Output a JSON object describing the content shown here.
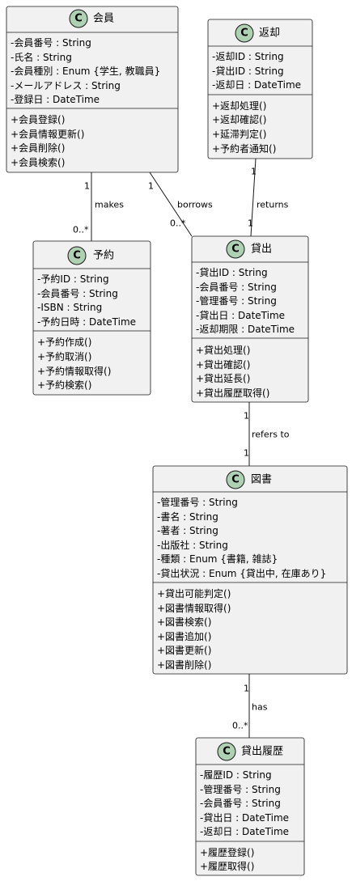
{
  "classes": {
    "member": {
      "name": "会員",
      "attributes": [
        "-会員番号 : String",
        "-氏名 : String",
        "-会員種別 : Enum {学生, 教職員}",
        "-メールアドレス : String",
        "-登録日 : DateTime"
      ],
      "methods": [
        "+会員登録()",
        "+会員情報更新()",
        "+会員削除()",
        "+会員検索()"
      ]
    },
    "return": {
      "name": "返却",
      "attributes": [
        "-返却ID : String",
        "-貸出ID : String",
        "-返却日 : DateTime"
      ],
      "methods": [
        "+返却処理()",
        "+返却確認()",
        "+延滞判定()",
        "+予約者通知()"
      ]
    },
    "reservation": {
      "name": "予約",
      "attributes": [
        "-予約ID : String",
        "-会員番号 : String",
        "-ISBN : String",
        "-予約日時 : DateTime"
      ],
      "methods": [
        "+予約作成()",
        "+予約取消()",
        "+予約情報取得()",
        "+予約検索()"
      ]
    },
    "loan": {
      "name": "貸出",
      "attributes": [
        "-貸出ID : String",
        "-会員番号 : String",
        "-管理番号 : String",
        "-貸出日 : DateTime",
        "-返却期限 : DateTime"
      ],
      "methods": [
        "+貸出処理()",
        "+貸出確認()",
        "+貸出延長()",
        "+貸出履歴取得()"
      ]
    },
    "book": {
      "name": "図書",
      "attributes": [
        "-管理番号 : String",
        "-書名 : String",
        "-著者 : String",
        "-出版社 : String",
        "-種類 : Enum {書籍, 雑誌}",
        "-貸出状況 : Enum {貸出中, 在庫あり}"
      ],
      "methods": [
        "+貸出可能判定()",
        "+図書情報取得()",
        "+図書検索()",
        "+図書追加()",
        "+図書更新()",
        "+図書削除()"
      ]
    },
    "history": {
      "name": "貸出履歴",
      "attributes": [
        "-履歴ID : String",
        "-管理番号 : String",
        "-会員番号 : String",
        "-貸出日 : DateTime",
        "-返却日 : DateTime"
      ],
      "methods": [
        "+履歴登録()",
        "+履歴取得()"
      ]
    }
  },
  "relations": {
    "makes": {
      "label": "makes",
      "from_mult": "1",
      "to_mult": "0..*"
    },
    "borrows": {
      "label": "borrows",
      "from_mult": "1",
      "to_mult": "0..*"
    },
    "returns": {
      "label": "returns",
      "from_mult": "1",
      "to_mult": "1"
    },
    "refers": {
      "label": "refers to",
      "from_mult": "1",
      "to_mult": "1"
    },
    "has": {
      "label": "has",
      "from_mult": "1",
      "to_mult": "0..*"
    }
  },
  "icon_letter": "C",
  "colors": {
    "box_fill": "#f1f1f1",
    "stroke": "#181818",
    "class_circle": "#add1b2"
  }
}
